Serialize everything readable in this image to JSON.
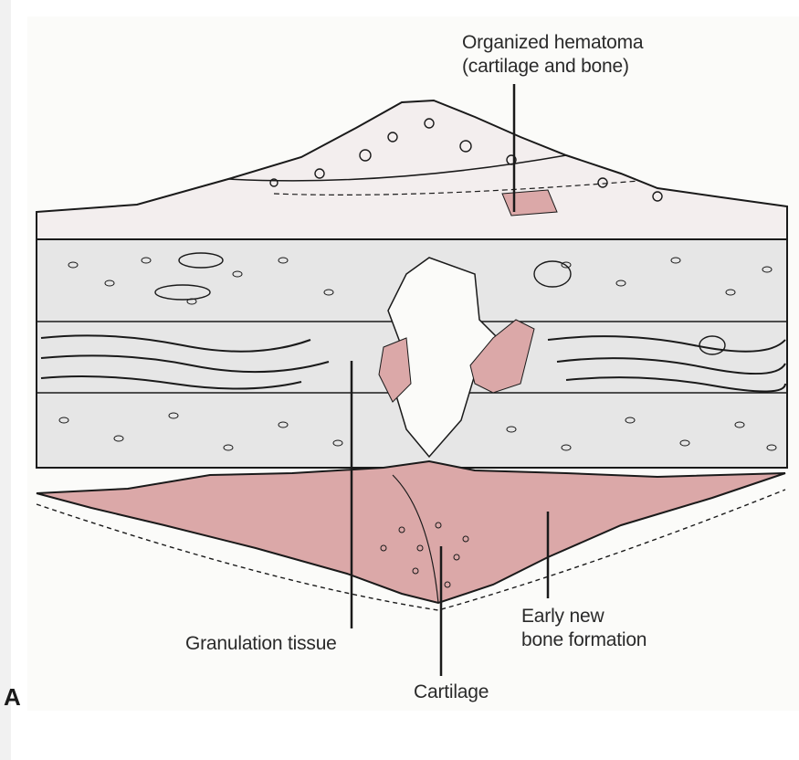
{
  "figure": {
    "panel_letter": "A",
    "labels": {
      "hematoma_line1": "Organized hematoma",
      "hematoma_line2": "(cartilage and bone)",
      "granulation": "Granulation tissue",
      "cartilage": "Cartilage",
      "early_line1": "Early new",
      "early_line2": "bone formation"
    },
    "colors": {
      "bone": "#e6e6e6",
      "cartilage_pink": "#dba8a8",
      "ink": "#1a1a1a",
      "background": "#fbfbf9"
    }
  }
}
